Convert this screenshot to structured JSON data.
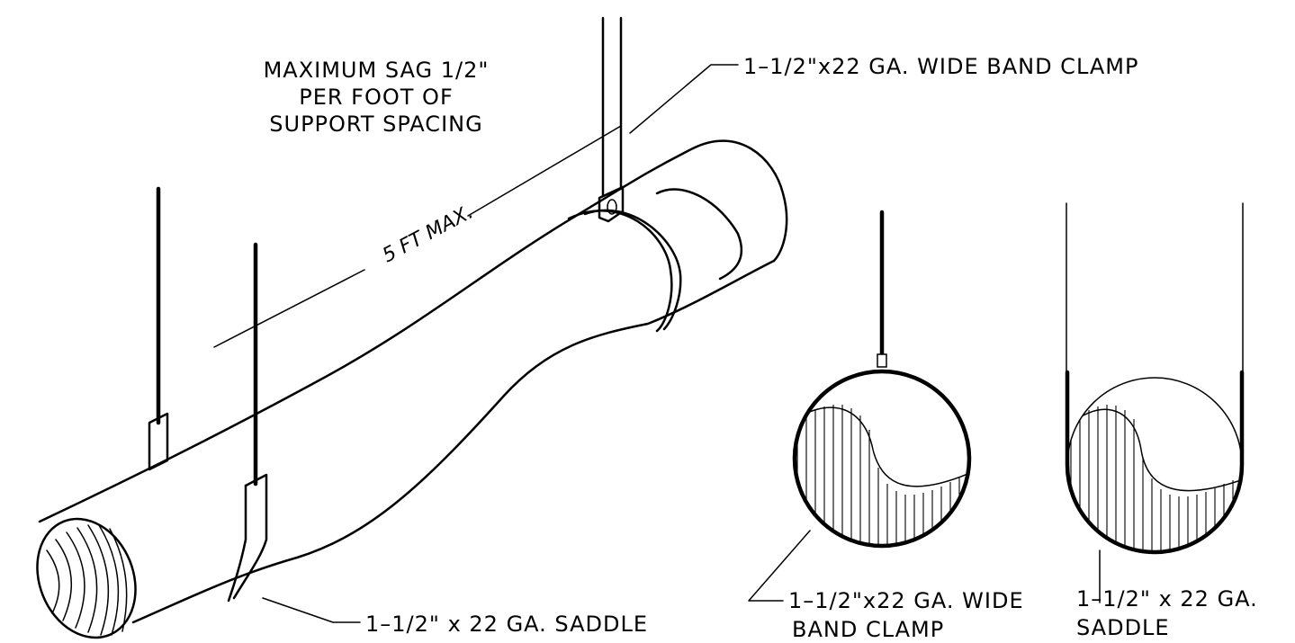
{
  "labels": {
    "max_sag_line1": "MAXIMUM SAG 1/2\"",
    "max_sag_line2": "PER FOOT OF",
    "max_sag_line3": "SUPPORT SPACING",
    "spacing": "5 FT MAX.",
    "band_clamp_top": "1–1/2\"x22 GA. WIDE BAND CLAMP",
    "saddle_bottom": "1–1/2\" x 22 GA. SADDLE",
    "band_clamp_section_line1": "1–1/2\"x22 GA. WIDE",
    "band_clamp_section_line2": "BAND CLAMP",
    "saddle_section_line1": "1–1/2\" x 22 GA.",
    "saddle_section_line2": "SADDLE"
  }
}
